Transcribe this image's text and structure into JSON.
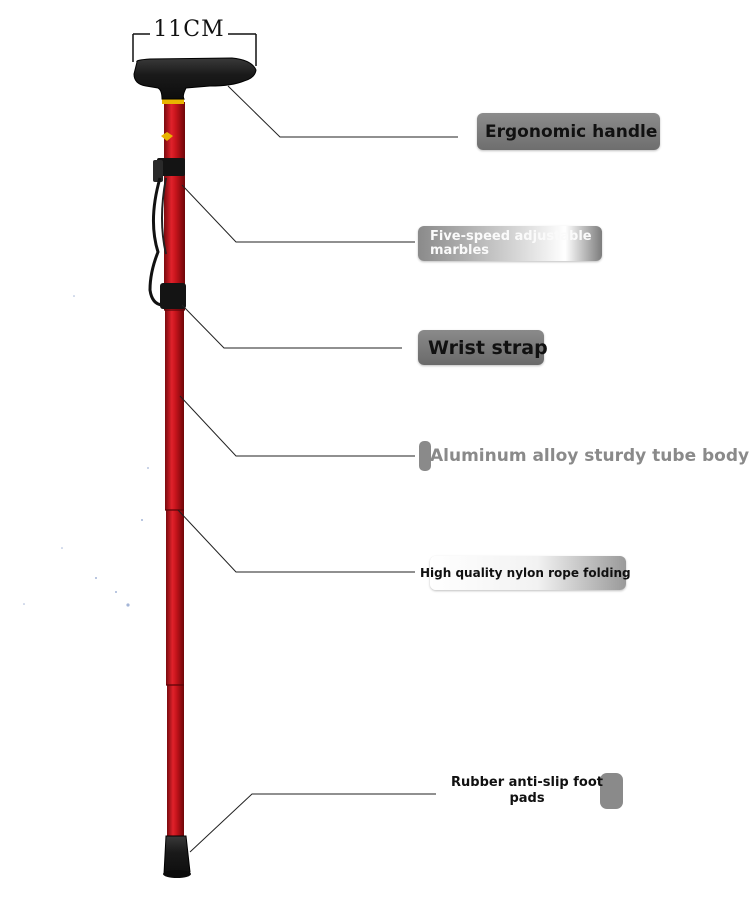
{
  "dimension_label": "11CM",
  "labels": {
    "handle": "Ergonomic handle",
    "marbles_line1": "Five-speed adjustable",
    "marbles_line2": "marbles",
    "wrist": "Wrist strap",
    "tube": "Aluminum alloy sturdy tube body",
    "nylon": "High quality nylon rope folding",
    "foot": "Rubber anti-slip foot pads"
  },
  "colors": {
    "tube_red": "#c8141c",
    "handle_black": "#1a1a1a",
    "ring_gold": "#e8b400"
  }
}
